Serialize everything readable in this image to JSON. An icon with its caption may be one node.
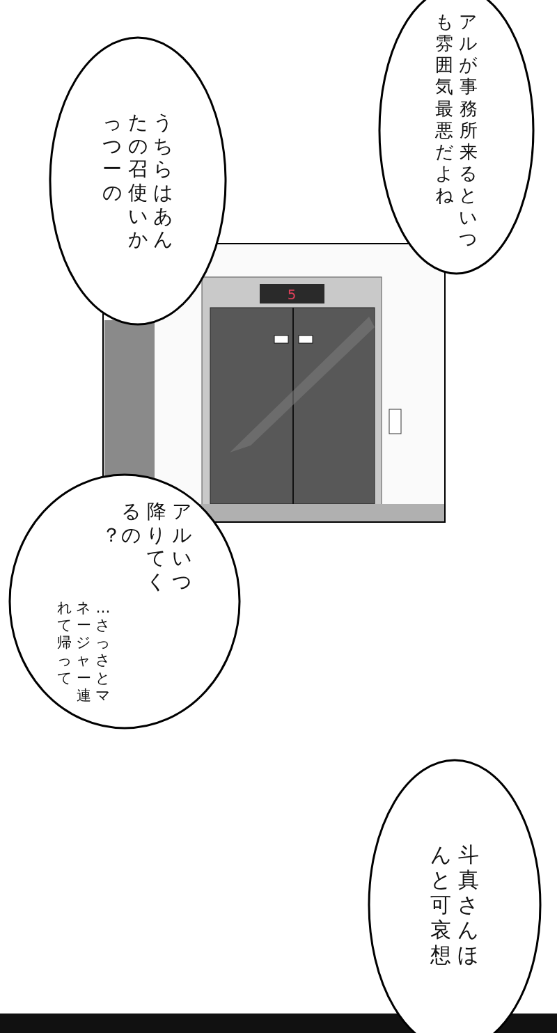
{
  "diagram": {
    "nodes": [
      {
        "text": [
          "アルが事務所来るといつも雰囲気最悪だよね"
        ]
      },
      {
        "text": [
          "うちらはあんたの召使いかっつーの"
        ]
      },
      {
        "text": [
          "アルいつ降りてくるの？",
          "…さっさとマネージャー連れて帰って"
        ]
      },
      {
        "text": [
          "斗真さんほんと可哀想"
        ]
      }
    ],
    "edges": [],
    "labels": [
      "5"
    ]
  }
}
